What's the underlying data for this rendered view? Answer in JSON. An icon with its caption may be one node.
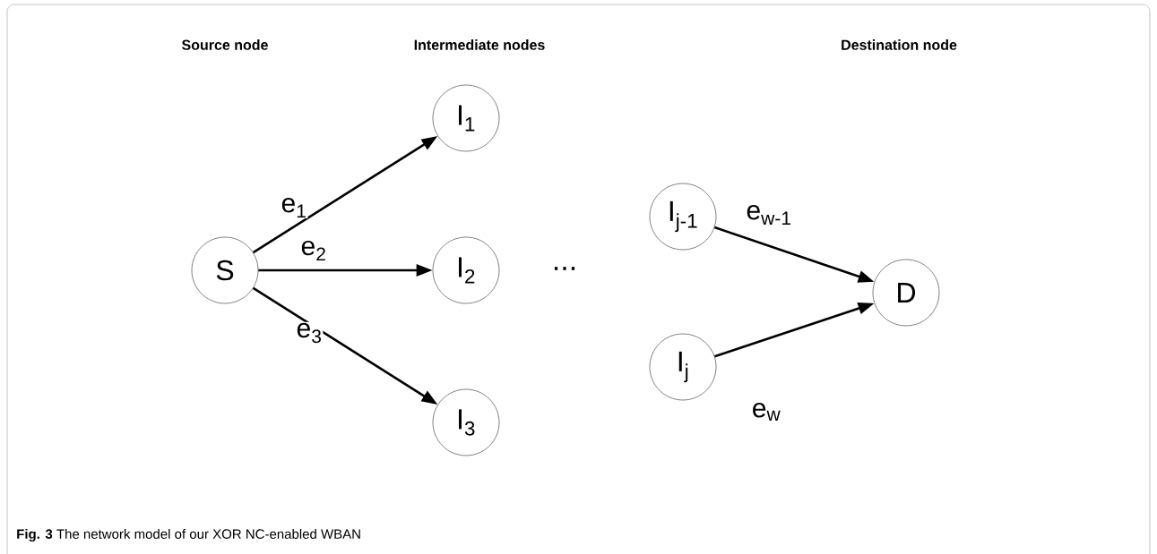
{
  "diagram": {
    "caption": "**Fig. 3** The network model of our XOR NC-enabled WBAN",
    "nodes": [
      {
        "text": [
          "S"
        ]
      },
      {
        "text": [
          "I$_{1}$"
        ]
      },
      {
        "text": [
          "I$_{2}$"
        ]
      },
      {
        "text": [
          "I$_{3}$"
        ]
      },
      {
        "text": [
          "I$_{j-1}$"
        ]
      },
      {
        "text": [
          "I$_{j}$"
        ]
      },
      {
        "text": [
          "D"
        ]
      }
    ],
    "edges": [
      {
        "from": 0,
        "to": 1,
        "arrow": "to",
        "label": "e$_{1}$"
      },
      {
        "from": 0,
        "to": 2,
        "arrow": "to",
        "label": "e$_{2}$"
      },
      {
        "from": 0,
        "to": 3,
        "arrow": "to",
        "label": "e$_{3}$"
      },
      {
        "from": 4,
        "to": 6,
        "arrow": "to",
        "label": "e$_{w-1}$"
      },
      {
        "from": 5,
        "to": 6,
        "arrow": "to",
        "label": "e$_{w}$"
      }
    ],
    "labels": [
      "Source node",
      "Intermediate  nodes",
      "Destination node",
      "..."
    ]
  }
}
